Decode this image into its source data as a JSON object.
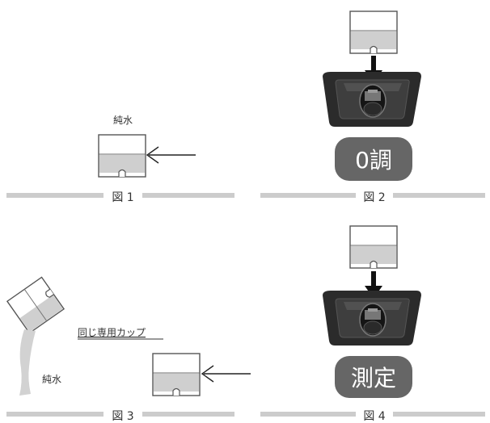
{
  "figures": {
    "fig1": {
      "caption": "図 1",
      "water_label": "純水"
    },
    "fig2": {
      "caption": "図 2",
      "button_label": "0調"
    },
    "fig3": {
      "caption": "図 3",
      "cup_note": "同じ専用カップ",
      "water_label": "純水"
    },
    "fig4": {
      "caption": "図 4",
      "button_label": "測定"
    }
  },
  "colors": {
    "rule": "#cccccc",
    "cup_water": "#cfcfcf",
    "button_bg": "#666666",
    "button_text": "#ffffff",
    "device_body": "#2b2b2b",
    "arrow": "#111111"
  },
  "icons": {
    "cup": "measuring-cup-icon",
    "meter": "meter-device-icon",
    "arrow_down": "arrow-down-icon",
    "arrow_left": "arrow-left-icon"
  }
}
